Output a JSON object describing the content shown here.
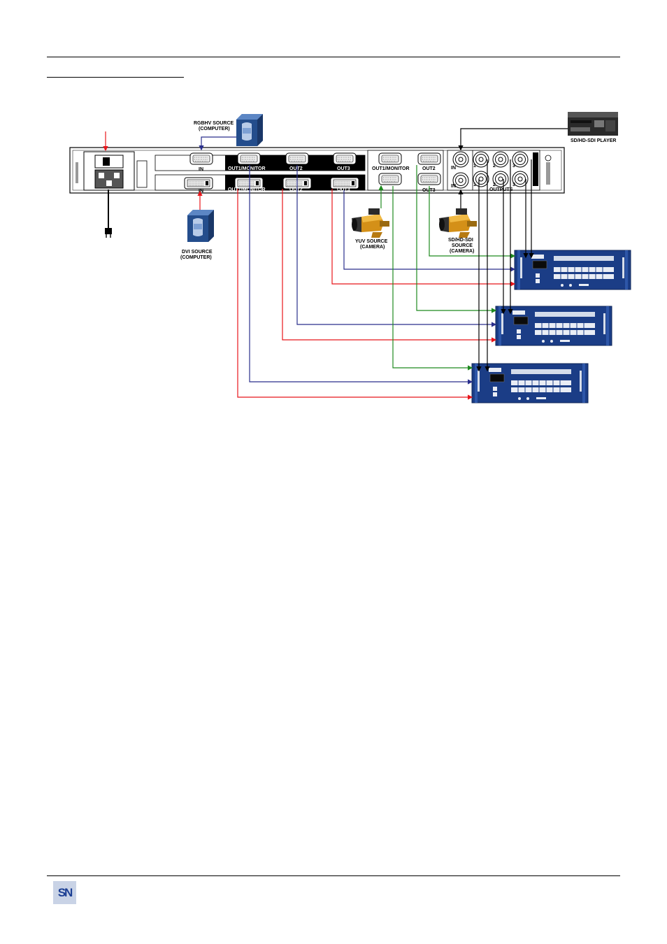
{
  "colors": {
    "red": "#e8161b",
    "blue": "#2a2f8c",
    "green": "#1f8a1f",
    "black": "#000000",
    "device_blue": "#1b3d86"
  },
  "labels": {
    "rgbhv": "RGBHV SOURCE",
    "rgbhv_sub": "(COMPUTER)",
    "dvi": "DVI SOURCE",
    "dvi_sub": "(COMPUTER)",
    "yuv": "YUV SOURCE",
    "yuv_sub": "(CAMERA)",
    "sdi": "SD/HD-SDI",
    "sdi_sub1": "SOURCE",
    "sdi_sub2": "(CAMERA)",
    "player": "SD/HD-SDI PLAYER"
  },
  "panel": {
    "in_top": "IN",
    "in_bottom": "IN",
    "out1_top": "OUT1/MONITOR",
    "out2_top": "OUT2",
    "out3_top": "OUT3",
    "out1_bottom": "OUT1/MONITOR",
    "out2_bottom": "OUT2",
    "out3_bottom": "OUT3",
    "yuv_out1": "OUT1/MONITOR",
    "yuv_out2": "OUT2",
    "yuv_out3": "OUT3",
    "sdi_in_top": "IN",
    "sdi_in_bottom": "IN",
    "sdi_1_top": "1",
    "sdi_2_top": "2",
    "sdi_3_top": "3",
    "sdi_1_bottom": "1",
    "sdi_2_bottom": "2",
    "sdi_3_bottom": "3",
    "outputs": "OUTPUTS"
  },
  "icons": [
    "computer-tower-icon",
    "video-camera-icon",
    "vcr-player-icon",
    "switcher-device-icon",
    "power-plug-icon"
  ],
  "logo": {
    "text": "SN"
  }
}
